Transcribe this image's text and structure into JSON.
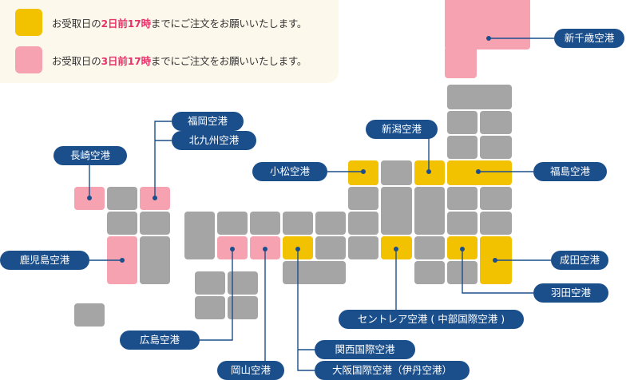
{
  "legend": {
    "row1": {
      "prefix": "お受取日の",
      "highlight": "2日前17時",
      "suffix": "までにご注文をお願いいたします。",
      "color": "#f2c100"
    },
    "row2": {
      "prefix": "お受取日の",
      "highlight": "3日前17時",
      "suffix": "までにご注文をお願いいたします。",
      "color": "#f6a2b0"
    }
  },
  "colors": {
    "label_bg": "#1b4f8c",
    "region_gray": "#a5a5a5",
    "highlight_text": "#e6336b"
  },
  "airports": {
    "new_chitose": "新千歳空港",
    "niigata": "新潟空港",
    "komatsu": "小松空港",
    "fukushima": "福島空港",
    "fukuoka": "福岡空港",
    "kitakyushu": "北九州空港",
    "nagasaki": "長崎空港",
    "kagoshima": "鹿児島空港",
    "narita": "成田空港",
    "haneda": "羽田空港",
    "centrair": "セントレア空港 ( 中部国際空港 )",
    "hiroshima": "広島空港",
    "kansai": "関西国際空港",
    "okayama": "岡山空港",
    "itami": "大阪国際空港（伊丹空港）"
  }
}
